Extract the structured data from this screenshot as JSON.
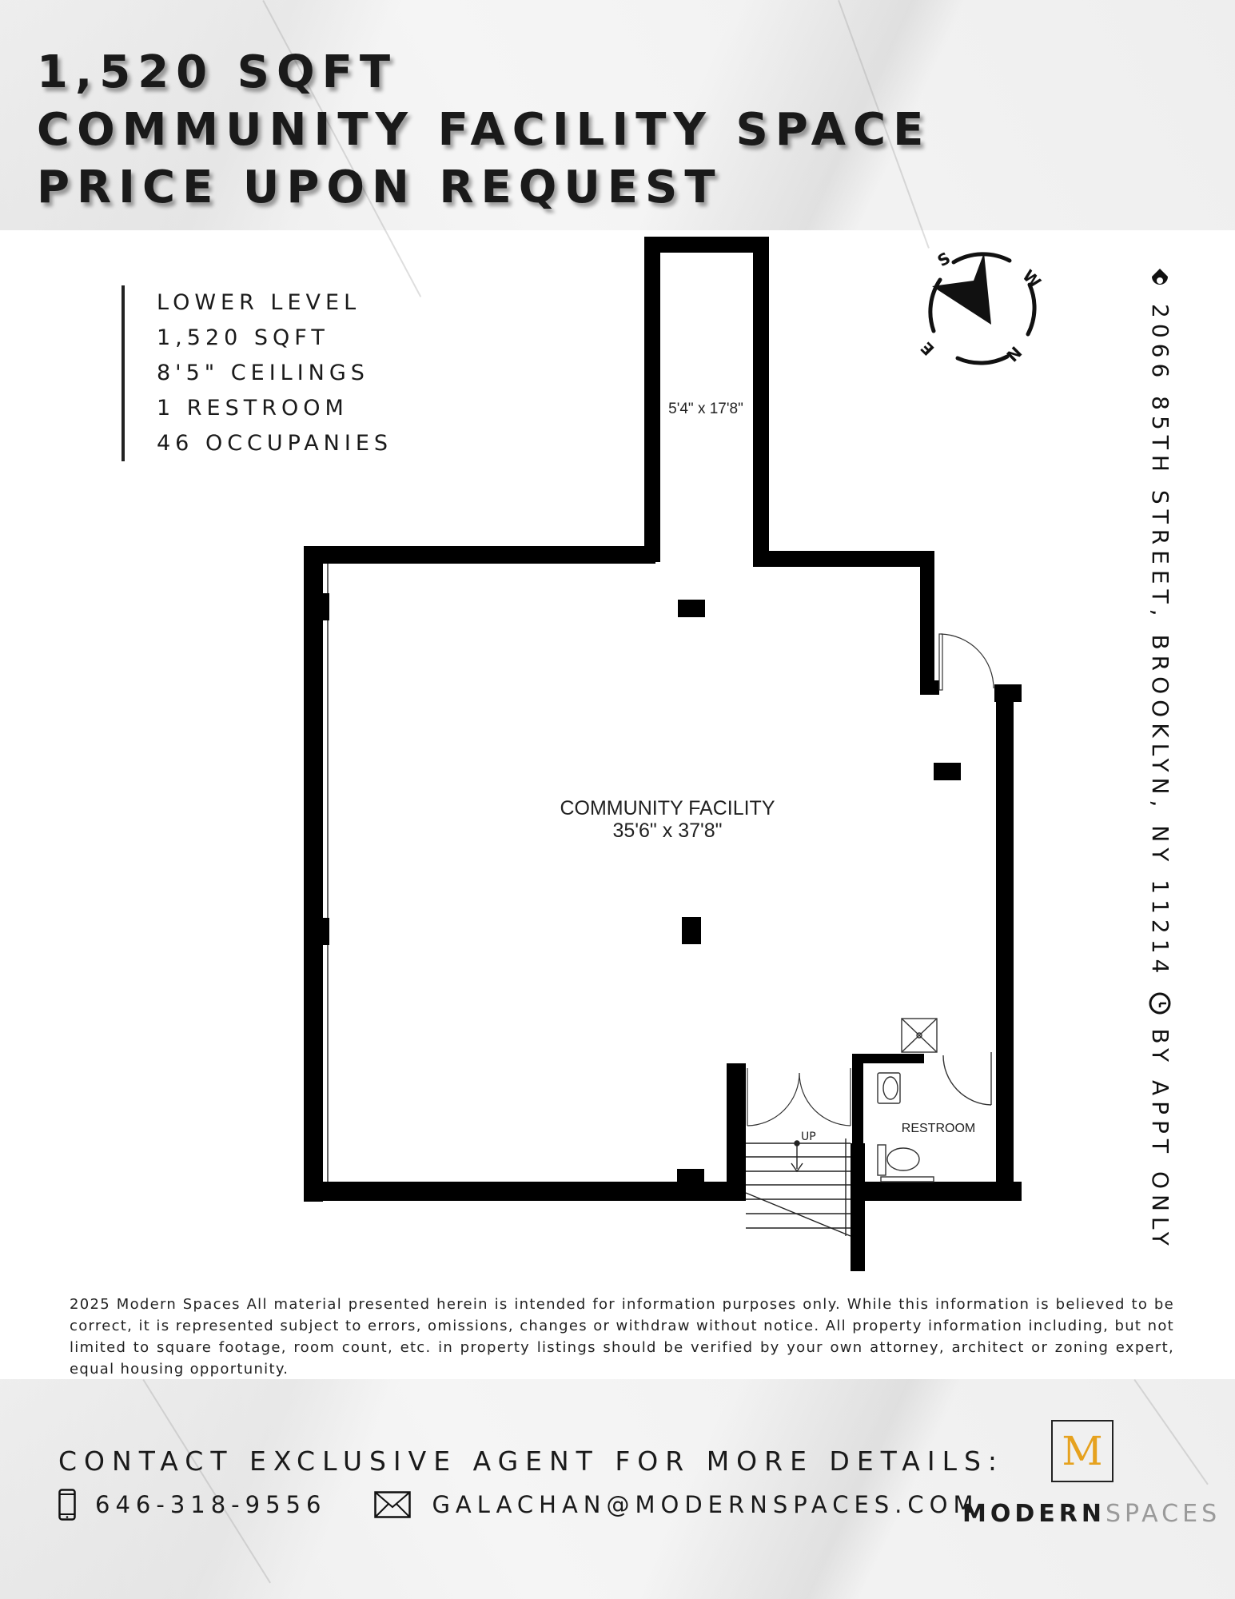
{
  "header": {
    "lines": [
      "1,520 SQFT",
      "COMMUNITY FACILITY SPACE",
      "PRICE UPON REQUEST"
    ]
  },
  "features": {
    "items": [
      "LOWER LEVEL",
      "1,520 SQFT",
      "8'5\" CEILINGS",
      "1 RESTROOM",
      "46 OCCUPANIES"
    ]
  },
  "compass": {
    "icon": "compass-icon",
    "labels": {
      "s": "S",
      "w": "W",
      "e": "E",
      "n": "N"
    }
  },
  "address": {
    "pin_icon": "map-pin-icon",
    "text": "2066 85TH STREET, BROOKLYN, NY 11214",
    "clock_icon": "clock-icon",
    "hours": "BY APPT ONLY"
  },
  "floor_plan": {
    "rooms": [
      {
        "name": "",
        "dimensions": "5'4\" x 17'8\""
      },
      {
        "name": "COMMUNITY FACILITY",
        "dimensions": "35'6\" x 37'8\""
      },
      {
        "name": "RESTROOM",
        "dimensions": ""
      }
    ],
    "stairs_label": "UP"
  },
  "disclaimer": "2025 Modern Spaces All material presented herein is intended for information purposes only. While this information is believed to be correct, it is represented subject to errors, omissions, changes or withdraw without notice. All property information including, but not limited to square footage, room count, etc. in property listings should be verified by your own attorney, architect or zoning expert, equal housing opportunity.",
  "contact": {
    "heading": "CONTACT EXCLUSIVE AGENT FOR MORE DETAILS:",
    "phone_icon": "phone-icon",
    "phone": "646-318-9556",
    "email_icon": "envelope-icon",
    "email": "GALACHAN@MODERNSPACES.COM"
  },
  "logo": {
    "monogram": "M",
    "brand_bold": "MODERN",
    "brand_light": "SPACES",
    "accent_color": "#e6a21f"
  }
}
